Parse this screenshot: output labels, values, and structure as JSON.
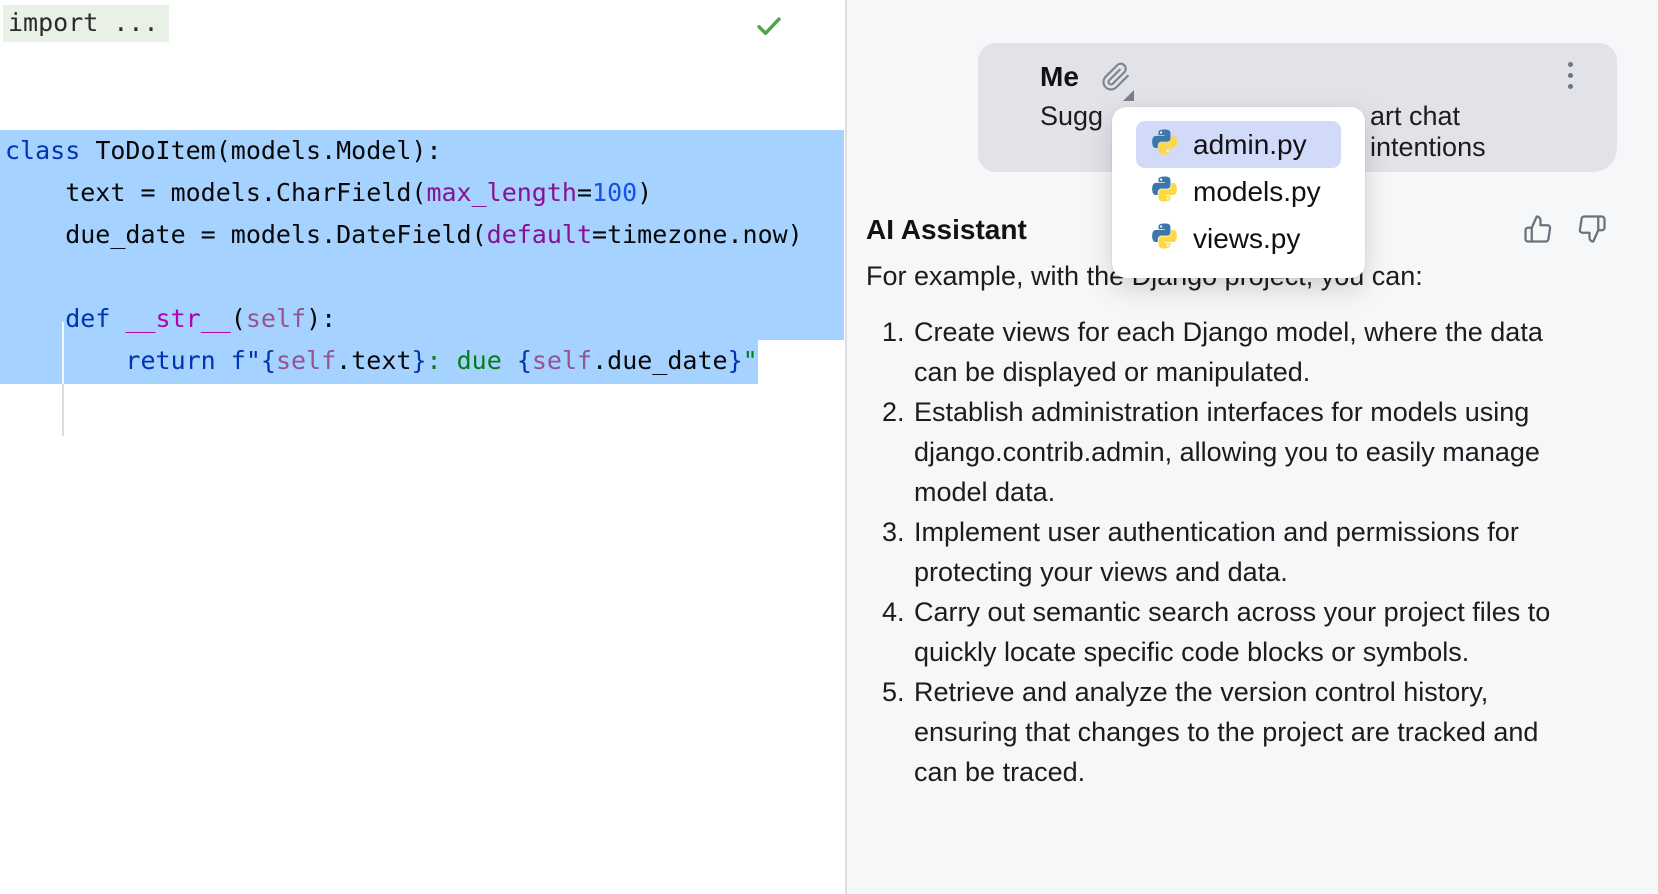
{
  "colors": {
    "editor_selection": "#a6d2ff",
    "folded_region_bg": "#e9f1e7",
    "panel_bg": "#f6f7f9",
    "user_bubble_bg": "#e2e3e8",
    "popup_selected_bg": "#d1daf9",
    "checkmark_green": "#4ca454",
    "icon_gray": "#6c707e",
    "python_blue": "#3b77a9",
    "python_yellow": "#ffd845"
  },
  "editor": {
    "folded_import": "import ...",
    "inspection_icon": "checkmark-icon",
    "code_lines": [
      {
        "tokens": [
          {
            "t": "class ",
            "c": "kw"
          },
          {
            "t": "ToDoItem(models.Model):",
            "c": "pl"
          }
        ]
      },
      {
        "tokens": [
          {
            "t": "    text = models.CharField(",
            "c": "pl"
          },
          {
            "t": "max_length",
            "c": "param"
          },
          {
            "t": "=",
            "c": "pl"
          },
          {
            "t": "100",
            "c": "num"
          },
          {
            "t": ")",
            "c": "pl"
          }
        ]
      },
      {
        "tokens": [
          {
            "t": "    due_date = models.DateField(",
            "c": "pl"
          },
          {
            "t": "default",
            "c": "param"
          },
          {
            "t": "=",
            "c": "pl"
          },
          {
            "t": "timezone.now)",
            "c": "pl"
          }
        ]
      },
      {
        "tokens": []
      },
      {
        "tokens": [
          {
            "t": "    ",
            "c": "pl"
          },
          {
            "t": "def ",
            "c": "kw"
          },
          {
            "t": "__str__",
            "c": "magic"
          },
          {
            "t": "(",
            "c": "pl"
          },
          {
            "t": "self",
            "c": "self"
          },
          {
            "t": "):",
            "c": "pl"
          }
        ]
      },
      {
        "tokens": [
          {
            "t": "        ",
            "c": "pl"
          },
          {
            "t": "return ",
            "c": "kw"
          },
          {
            "t": "f\"",
            "c": "kw"
          },
          {
            "t": "{",
            "c": "kw"
          },
          {
            "t": "self",
            "c": "self"
          },
          {
            "t": ".text",
            "c": "pl"
          },
          {
            "t": "}",
            "c": "kw"
          },
          {
            "t": ": due ",
            "c": "str"
          },
          {
            "t": "{",
            "c": "kw"
          },
          {
            "t": "self",
            "c": "self"
          },
          {
            "t": ".due_date",
            "c": "pl"
          },
          {
            "t": "}",
            "c": "kw"
          },
          {
            "t": "\"",
            "c": "str"
          }
        ]
      }
    ]
  },
  "chat": {
    "user": {
      "name": "Me",
      "attachment_icon": "paperclip-icon",
      "menu_icon": "kebab-icon",
      "message_prefix": "Sugg",
      "message_suffix": "art chat intentions"
    },
    "attachment_popup": {
      "items": [
        {
          "label": "admin.py",
          "icon": "python-file-icon",
          "selected": true
        },
        {
          "label": "models.py",
          "icon": "python-file-icon",
          "selected": false
        },
        {
          "label": "views.py",
          "icon": "python-file-icon",
          "selected": false
        }
      ]
    },
    "assistant": {
      "name": "AI Assistant",
      "feedback_icons": [
        "thumbs-up-icon",
        "thumbs-down-icon"
      ],
      "intro": "For example, with the Django project, you can:",
      "list_items": [
        "Create views for each Django model, where the data can be displayed or manipulated.",
        "Establish administration interfaces for models using django.contrib.admin, allowing you to easily manage model data.",
        "Implement user authentication and permissions for protecting your views and data.",
        "Carry out semantic search across your project files to quickly locate specific code blocks or symbols.",
        "Retrieve and analyze the version control history, ensuring that changes to the project are tracked and can be traced."
      ]
    }
  }
}
